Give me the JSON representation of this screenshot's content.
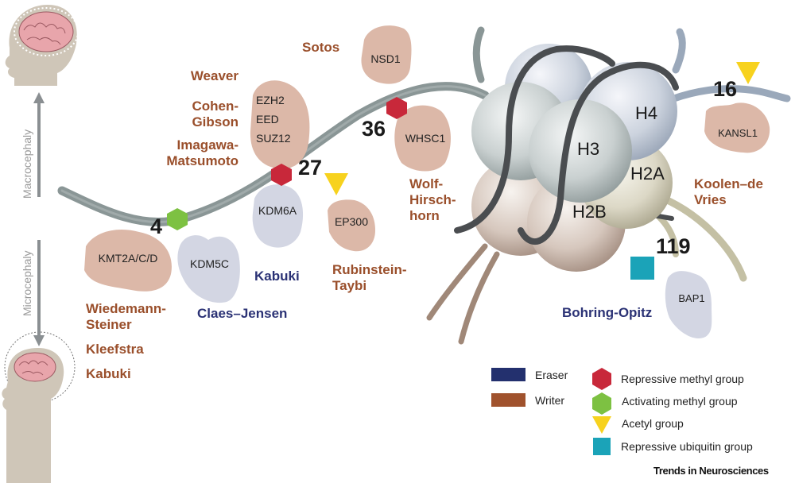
{
  "axis": {
    "macrocephaly": "Macrocephaly",
    "microcephaly": "Microcephaly"
  },
  "residues": {
    "k4": "4",
    "k27": "27",
    "k36": "36",
    "k16": "16",
    "k119": "119"
  },
  "histones": {
    "h3": "H3",
    "h4": "H4",
    "h2a": "H2A",
    "h2b": "H2B"
  },
  "enzymes": {
    "kmt2a": "KMT2A/C/D",
    "kdm5c": "KDM5C",
    "kdm6a": "KDM6A",
    "ezh2": "EZH2",
    "eed": "EED",
    "suz12": "SUZ12",
    "ep300": "EP300",
    "nsd1": "NSD1",
    "whsc1": "WHSC1",
    "kansl1": "KANSL1",
    "bap1": "BAP1"
  },
  "disorders": {
    "weaver": "Weaver",
    "cohen_gibson": "Cohen-\nGibson",
    "imagawa": "Imagawa-\nMatsumoto",
    "sotos": "Sotos",
    "wolf_hirschhorn": "Wolf-\nHirsch-\nhorn",
    "rubinstein_taybi": "Rubinstein-\nTaybi",
    "kabuki_eraser": "Kabuki",
    "claes_jensen": "Claes–Jensen",
    "wiedemann_steiner": "Wiedemann-\nSteiner",
    "kleefstra": "Kleefstra",
    "kabuki_writer": "Kabuki",
    "koolen_de_vries": "Koolen–de\nVries",
    "bohring_opitz": "Bohring-Opitz"
  },
  "legend": {
    "eraser": "Eraser",
    "writer": "Writer",
    "repressive_methyl": "Repressive methyl group",
    "activating_methyl": "Activating methyl group",
    "acetyl": "Acetyl group",
    "repressive_ubiquitin": "Repressive ubiquitin group"
  },
  "credit": "Trends in Neurosciences",
  "colors": {
    "writer": "#a0522d",
    "eraser": "#23306e",
    "writer_blob": "#dcb8a8",
    "eraser_blob": "#d3d6e3",
    "repressive_methyl": "#c8283a",
    "activating_methyl": "#7dc142",
    "acetyl": "#f7d21e",
    "ubiquitin": "#1ba3b8",
    "tail": "#8a9696",
    "dna": "#4a4d50"
  }
}
